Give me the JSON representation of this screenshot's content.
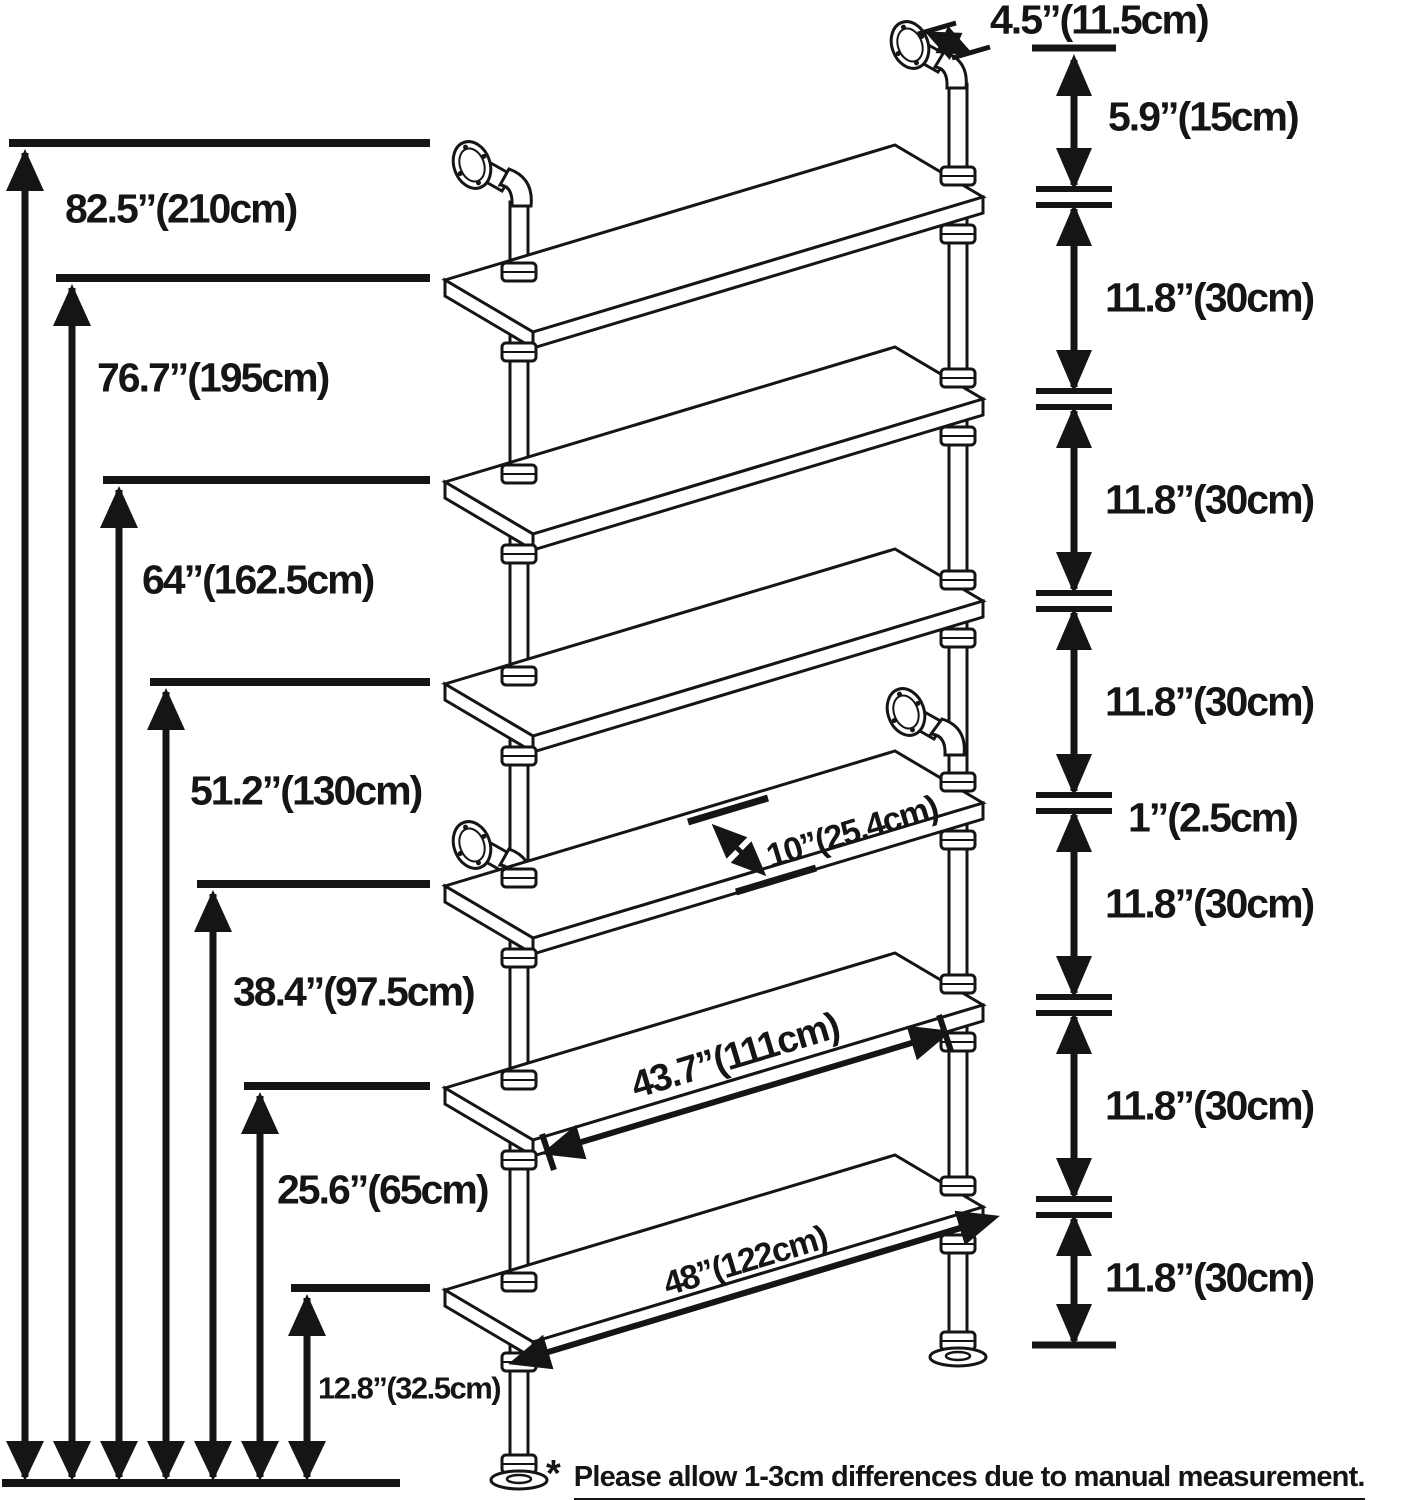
{
  "colors": {
    "ink": "#151515",
    "paper": "#ffffff"
  },
  "left_heights": [
    {
      "name": "total-height",
      "label": "82.5”(210cm)"
    },
    {
      "name": "shelf-1-height",
      "label": "76.7”(195cm)"
    },
    {
      "name": "shelf-2-height",
      "label": "64”(162.5cm)"
    },
    {
      "name": "shelf-3-height",
      "label": "51.2”(130cm)"
    },
    {
      "name": "shelf-4-height",
      "label": "38.4”(97.5cm)"
    },
    {
      "name": "shelf-5-height",
      "label": "25.6”(65cm)"
    },
    {
      "name": "shelf-6-height",
      "label": "12.8”(32.5cm)"
    }
  ],
  "right_chain": {
    "top_depth": "4.5”(11.5cm)",
    "segments": [
      "5.9”(15cm)",
      "11.8”(30cm)",
      "11.8”(30cm)",
      "11.8”(30cm)",
      "11.8”(30cm)",
      "11.8”(30cm)",
      "11.8”(30cm)"
    ],
    "shelf_thickness": "1”(2.5cm)"
  },
  "board_dims": {
    "depth": "10”(25.4cm)",
    "inner_length": "43.7”(111cm)",
    "length": "48”(122cm)"
  },
  "footnote": {
    "marker": "*",
    "text": "Please allow 1-3cm differences due to manual measurement."
  }
}
